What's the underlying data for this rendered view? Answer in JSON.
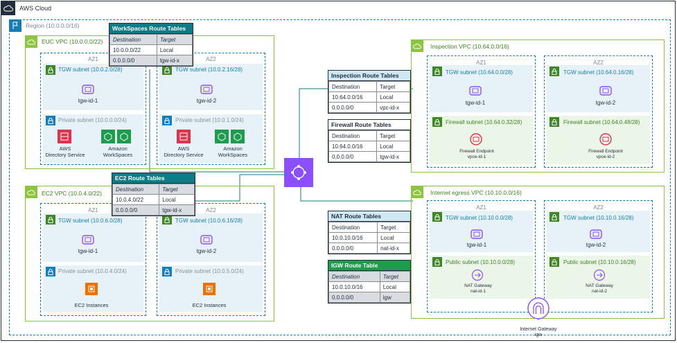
{
  "cloud": {
    "title": "AWS Cloud"
  },
  "region": {
    "title": "Region (10.0.0.0/16)"
  },
  "euc_vpc": {
    "title": "EUC VPC (10.0.0.0/22)",
    "az1": {
      "label": "AZ1",
      "tgw_subnet": "TGW subnet (10.0.2.0/28)",
      "tgw_label": "tgw-id-1",
      "private_subnet": "Private subnet (10.0.0.0/24)",
      "ds_label_1": "AWS",
      "ds_label_2": "Directory Service",
      "ws_label_1": "Amazon",
      "ws_label_2": "WorkSpaces"
    },
    "az2": {
      "label": "AZ2",
      "tgw_subnet": "TGW subnet (10.0.2.16/28)",
      "tgw_label": "tgw-id-2",
      "private_subnet": "Private subnet (10.0.1.0/24)",
      "ds_label_1": "AWS",
      "ds_label_2": "Directory  Service",
      "ws_label_1": "Amazon",
      "ws_label_2": "WorkSpaces"
    }
  },
  "ec2_vpc": {
    "title": "EC2 VPC (10.0.4.0/22)",
    "az1": {
      "label": "AZ1",
      "tgw_subnet": "TGW subnet (10.0.6.0/28)",
      "tgw_label": "tgw-id-1",
      "private_subnet": "Private subnet (10.0.4.0/24)",
      "ec2_label": "EC2 Instances"
    },
    "az2": {
      "label": "AZ2",
      "tgw_subnet": "TGW subnet (10.0.6.16/28)",
      "tgw_label": "tgw-id-2",
      "private_subnet": "Private subnet (10.0.5.0/24)",
      "ec2_label": "EC2 Instances"
    }
  },
  "inspection_vpc": {
    "title": "Inspection VPC (10.64.0.0/16)",
    "az1": {
      "label": "AZ1",
      "tgw_subnet": "TGW subnet (10.64.0.0/28)",
      "tgw_label": "tgw-id-1",
      "fw_subnet": "Firewall subnet (10.64.0.32/28)",
      "fw_label_1": "Firewall Endpoint",
      "fw_label_2": "vpce-id-1"
    },
    "az2": {
      "label": "AZ2",
      "tgw_subnet": "TGW subnet (10.64.0.16/28)",
      "tgw_label": "tgw-id-2",
      "fw_subnet": "Firewall subnet (10.64.0.48/28)",
      "fw_label_1": "Firewall Endpoint",
      "fw_label_2": "vpce-id-2"
    }
  },
  "egress_vpc": {
    "title": "Internet egress VPC (10.10.0.0/16)",
    "az1": {
      "label": "AZ1",
      "tgw_subnet": "TGW subnet (10.10.0.0/28)",
      "tgw_label": "tgw-id-1",
      "pub_subnet": "Public subnet (10.10.0.0/28)",
      "nat_label_1": "NAT Gateway",
      "nat_label_2": "nat-id-1"
    },
    "az2": {
      "label": "AZ2",
      "tgw_subnet": "TGW subnet (10.10.0.16/28)",
      "tgw_label": "tgw-id-2",
      "pub_subnet": "Public subnet (10.10.0.16/28)",
      "nat_label_1": "NAT Gateway",
      "nat_label_2": "nat-id-2"
    }
  },
  "igw": {
    "label_1": "Internet Gateway",
    "label_2": "igw"
  },
  "route_tables": {
    "workspaces": {
      "title": "WorkSpaces Route Tables",
      "headers": [
        "Destination",
        "Target"
      ],
      "rows": [
        [
          "10.0.0.0/22",
          "Local"
        ],
        [
          "0.0.0.0/0",
          "tgw-id-x"
        ]
      ]
    },
    "ec2": {
      "title": "EC2 Route Tables",
      "headers": [
        "Destination",
        "Target"
      ],
      "rows": [
        [
          "10.0.4.0/22",
          "Local"
        ],
        [
          "0.0.0.0/0",
          "tgw-id-x"
        ]
      ]
    },
    "inspection": {
      "title": "Inspection Route Tables",
      "headers": [
        "Destination",
        "Target"
      ],
      "rows": [
        [
          "10.64.0.0/16",
          "Local"
        ],
        [
          "0.0.0.0/0",
          "vpc-id-x"
        ]
      ]
    },
    "firewall": {
      "title": "Firewall Route Tables",
      "headers": [
        "Destination",
        "Target"
      ],
      "rows": [
        [
          "10.64.0.0/16",
          "Local"
        ],
        [
          "0.0.0.0/0",
          "tgw-id-x"
        ]
      ]
    },
    "nat": {
      "title": "NAT Route Tables",
      "headers": [
        "Destination",
        "Target"
      ],
      "rows": [
        [
          "10.0.10.0/16",
          "Local"
        ],
        [
          "0.0.0.0/0",
          "nat-id-x"
        ]
      ]
    },
    "igw": {
      "title": "IGW Route Table",
      "headers": [
        "Destination",
        "Target"
      ],
      "rows": [
        [
          "10.0.10.0/16",
          "Local"
        ],
        [
          "0.0.0.0/0",
          "igw"
        ]
      ]
    }
  }
}
